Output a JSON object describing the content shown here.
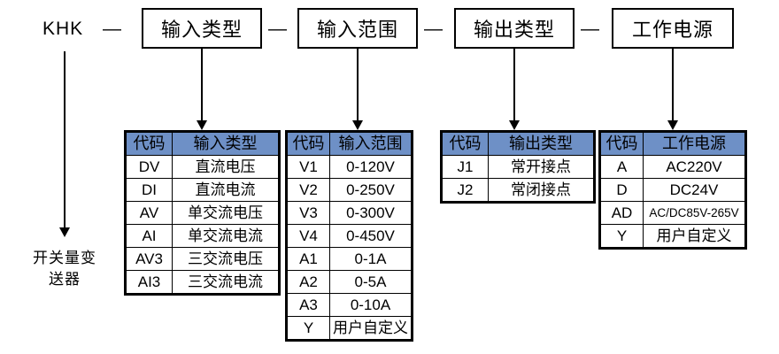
{
  "diagram": {
    "title_prefix": "KHK",
    "separator": "—",
    "product_name_line1": "开关量变",
    "product_name_line2": "送器",
    "header_color": "#6e90c6",
    "segments": [
      {
        "label": "输入类型"
      },
      {
        "label": "输入范围"
      },
      {
        "label": "输出类型"
      },
      {
        "label": "工作电源"
      }
    ]
  },
  "tables": [
    {
      "name": "input-type",
      "headers": [
        "代码",
        "输入类型"
      ],
      "rows": [
        [
          "DV",
          "直流电压"
        ],
        [
          "DI",
          "直流电流"
        ],
        [
          "AV",
          "单交流电压"
        ],
        [
          "AI",
          "单交流电流"
        ],
        [
          "AV3",
          "三交流电压"
        ],
        [
          "AI3",
          "三交流电流"
        ]
      ]
    },
    {
      "name": "input-range",
      "headers": [
        "代码",
        "输入范围"
      ],
      "rows": [
        [
          "V1",
          "0-120V"
        ],
        [
          "V2",
          "0-250V"
        ],
        [
          "V3",
          "0-300V"
        ],
        [
          "V4",
          "0-450V"
        ],
        [
          "A1",
          "0-1A"
        ],
        [
          "A2",
          "0-5A"
        ],
        [
          "A3",
          "0-10A"
        ],
        [
          "Y",
          "用户自定义"
        ]
      ]
    },
    {
      "name": "output-type",
      "headers": [
        "代码",
        "输出类型"
      ],
      "rows": [
        [
          "J1",
          "常开接点"
        ],
        [
          "J2",
          "常闭接点"
        ]
      ]
    },
    {
      "name": "power-supply",
      "headers": [
        "代码",
        "工作电源"
      ],
      "rows": [
        [
          "A",
          "AC220V"
        ],
        [
          "D",
          "DC24V"
        ],
        [
          "AD",
          "AC/DC85V-265V"
        ],
        [
          "Y",
          "用户自定义"
        ]
      ]
    }
  ]
}
